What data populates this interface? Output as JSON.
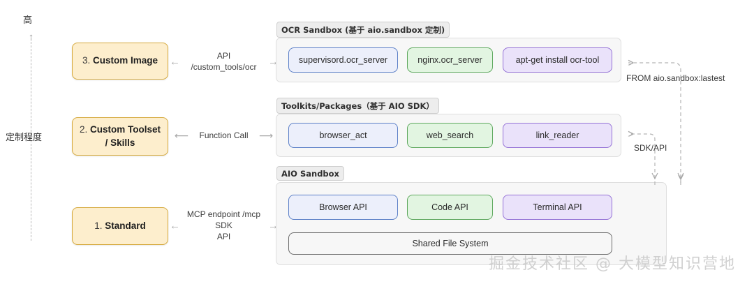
{
  "axis": {
    "top_label": "高",
    "mid_label": "定制程度",
    "arrow_icon": "arrow-up-icon"
  },
  "stages": [
    {
      "id": "stage-3",
      "index": "3. ",
      "label": "Custom Image"
    },
    {
      "id": "stage-2",
      "index": "2. ",
      "label": "Custom Toolset\n/ Skills",
      "line1": "Custom Toolset",
      "line2": "/ Skills"
    },
    {
      "id": "stage-1",
      "index": "1. ",
      "label": "Standard"
    }
  ],
  "connectors": [
    {
      "id": "conn-3",
      "line1": "API",
      "line2": "/custom_tools/ocr",
      "left_arrow": "←",
      "right_arrow": "→"
    },
    {
      "id": "conn-2",
      "line1": "Function Call",
      "line2": "",
      "left_arrow": "⟵",
      "right_arrow": "⟶"
    },
    {
      "id": "conn-1",
      "line1": "MCP endpoint /mcp",
      "line2": "SDK",
      "line3": "API",
      "left_arrow": "←",
      "right_arrow": "→"
    }
  ],
  "groups": {
    "ocr": {
      "title": "OCR Sandbox (基于 aio.sandbox 定制)",
      "chips": [
        {
          "label": "supervisord.ocr_server",
          "color": "blue"
        },
        {
          "label": "nginx.ocr_server",
          "color": "green"
        },
        {
          "label": "apt-get install ocr-tool",
          "color": "purple"
        }
      ]
    },
    "toolkits": {
      "title": "Toolkits/Packages（基于 AIO SDK）",
      "chips": [
        {
          "label": "browser_act",
          "color": "blue"
        },
        {
          "label": "web_search",
          "color": "green"
        },
        {
          "label": "link_reader",
          "color": "purple"
        }
      ]
    },
    "aio": {
      "title": "AIO Sandbox",
      "chips": [
        {
          "label": "Browser API",
          "color": "blue"
        },
        {
          "label": "Code API",
          "color": "green"
        },
        {
          "label": "Terminal API",
          "color": "purple"
        }
      ],
      "shared": {
        "label": "Shared File System",
        "color": "gray"
      }
    }
  },
  "right_labels": {
    "from_image": "FROM aio.sandbox:lastest",
    "sdk_api": "SDK/API"
  },
  "watermark": "掘金技术社区 @ 大模型知识营地",
  "colors": {
    "yellow_fill": "#fdeecd",
    "yellow_border": "#d6aa3e",
    "blue_fill": "#eceffb",
    "blue_border": "#5b7fc7",
    "green_fill": "#e2f5e1",
    "green_border": "#5ea85e",
    "purple_fill": "#eae2fa",
    "purple_border": "#9572d6",
    "group_fill": "#f7f7f7",
    "group_border": "#dedede",
    "chip_title_fill": "#ededed",
    "arrow_gray": "#a8a8a8"
  }
}
